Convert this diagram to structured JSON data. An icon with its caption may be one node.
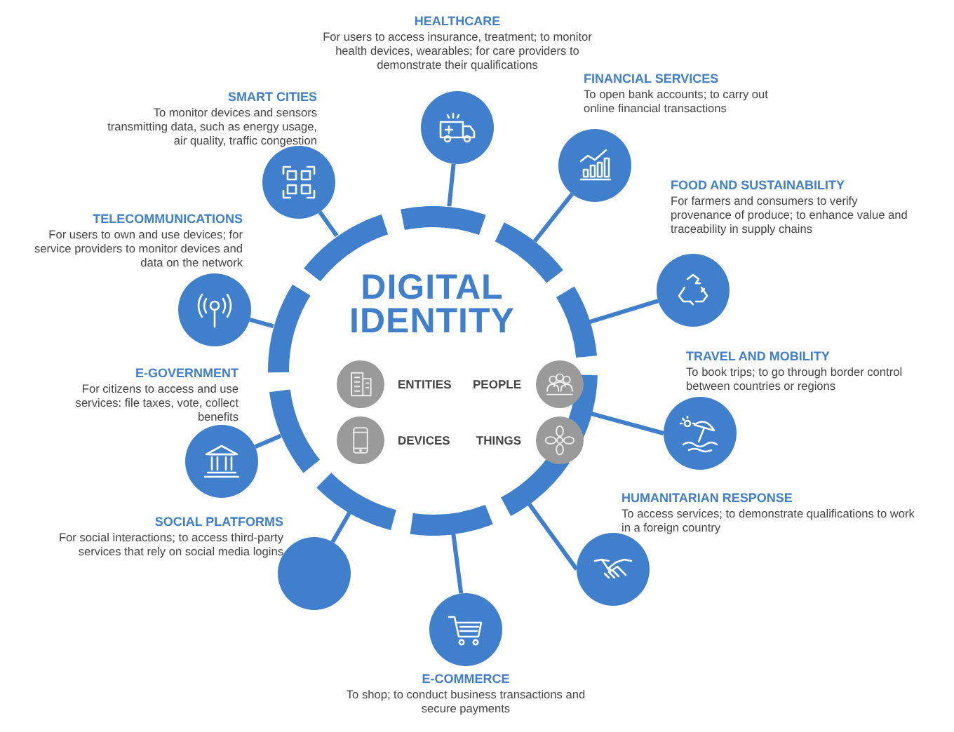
{
  "diagram": {
    "nodes": [
      {
        "text": [
          "DIGITAL IDENTITY"
        ]
      },
      {
        "text": [
          "ENTITIES"
        ],
        "in": 0
      },
      {
        "text": [
          "PEOPLE"
        ],
        "in": 0
      },
      {
        "text": [
          "DEVICES"
        ],
        "in": 0
      },
      {
        "text": [
          "THINGS"
        ],
        "in": 0
      },
      {
        "text": [
          "HEALTHCARE",
          "For users to access insurance, treatment; to monitor health devices, wearables; for care providers to demonstrate their qualifications"
        ]
      },
      {
        "text": [
          "FINANCIAL SERVICES",
          "To open bank accounts; to carry out online financial transactions"
        ]
      },
      {
        "text": [
          "SMART CITIES",
          "To monitor devices and sensors transmitting data, such as energy usage, air quality, traffic congestion"
        ]
      },
      {
        "text": [
          "FOOD AND SUSTAINABILITY",
          "For farmers and consumers to verify provenance of produce; to enhance value and traceability in supply chains"
        ]
      },
      {
        "text": [
          "TELECOMMUNICATIONS",
          "For users to own and use devices; for  service providers to monitor devices and data on the network"
        ]
      },
      {
        "text": [
          "TRAVEL AND MOBILITY",
          "To book trips; to go through border control between countries or regions"
        ]
      },
      {
        "text": [
          "E-GOVERNMENT",
          "For citizens to access and use services: file taxes, vote, collect benefits"
        ]
      },
      {
        "text": [
          "HUMANITARIAN RESPONSE",
          "To access services; to demonstrate qualifications to work in a foreign country"
        ]
      },
      {
        "text": [
          "SOCIAL PLATFORMS",
          "For social interactions; to access third-party services that rely on social media logins"
        ]
      },
      {
        "text": [
          "E-COMMERCE",
          "To shop; to conduct business transactions and secure payments"
        ]
      }
    ],
    "edges": [
      {
        "from": 0,
        "to": 5,
        "arrow": "none"
      },
      {
        "from": 0,
        "to": 6,
        "arrow": "none"
      },
      {
        "from": 0,
        "to": 7,
        "arrow": "none"
      },
      {
        "from": 0,
        "to": 8,
        "arrow": "none"
      },
      {
        "from": 0,
        "to": 9,
        "arrow": "none"
      },
      {
        "from": 0,
        "to": 10,
        "arrow": "none"
      },
      {
        "from": 0,
        "to": 11,
        "arrow": "none"
      },
      {
        "from": 0,
        "to": 12,
        "arrow": "none"
      },
      {
        "from": 0,
        "to": 13,
        "arrow": "none"
      },
      {
        "from": 0,
        "to": 14,
        "arrow": "none"
      }
    ]
  }
}
